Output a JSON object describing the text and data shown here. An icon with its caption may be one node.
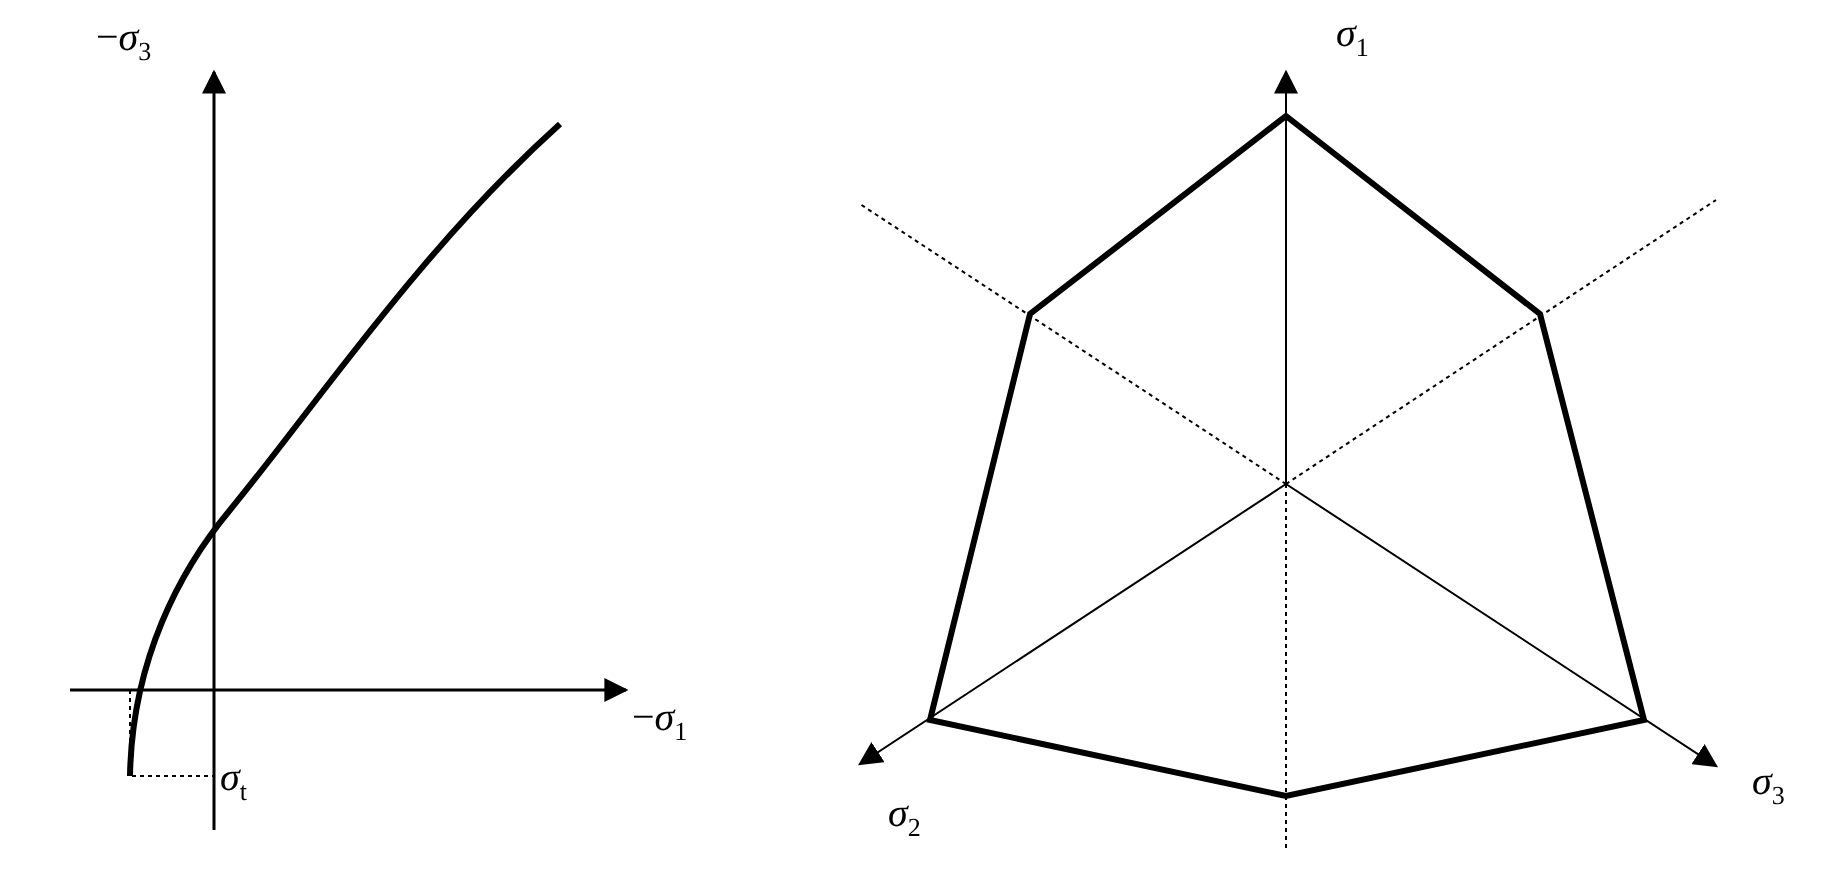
{
  "diagram": {
    "labels": [
      "−*σ*$_{3}$",
      "*σ*$_{1}$",
      "−*σ*$_{1}$",
      "*σ*$_{t}$",
      "*σ*$_{2}$",
      "*σ*$_{3}$"
    ]
  }
}
